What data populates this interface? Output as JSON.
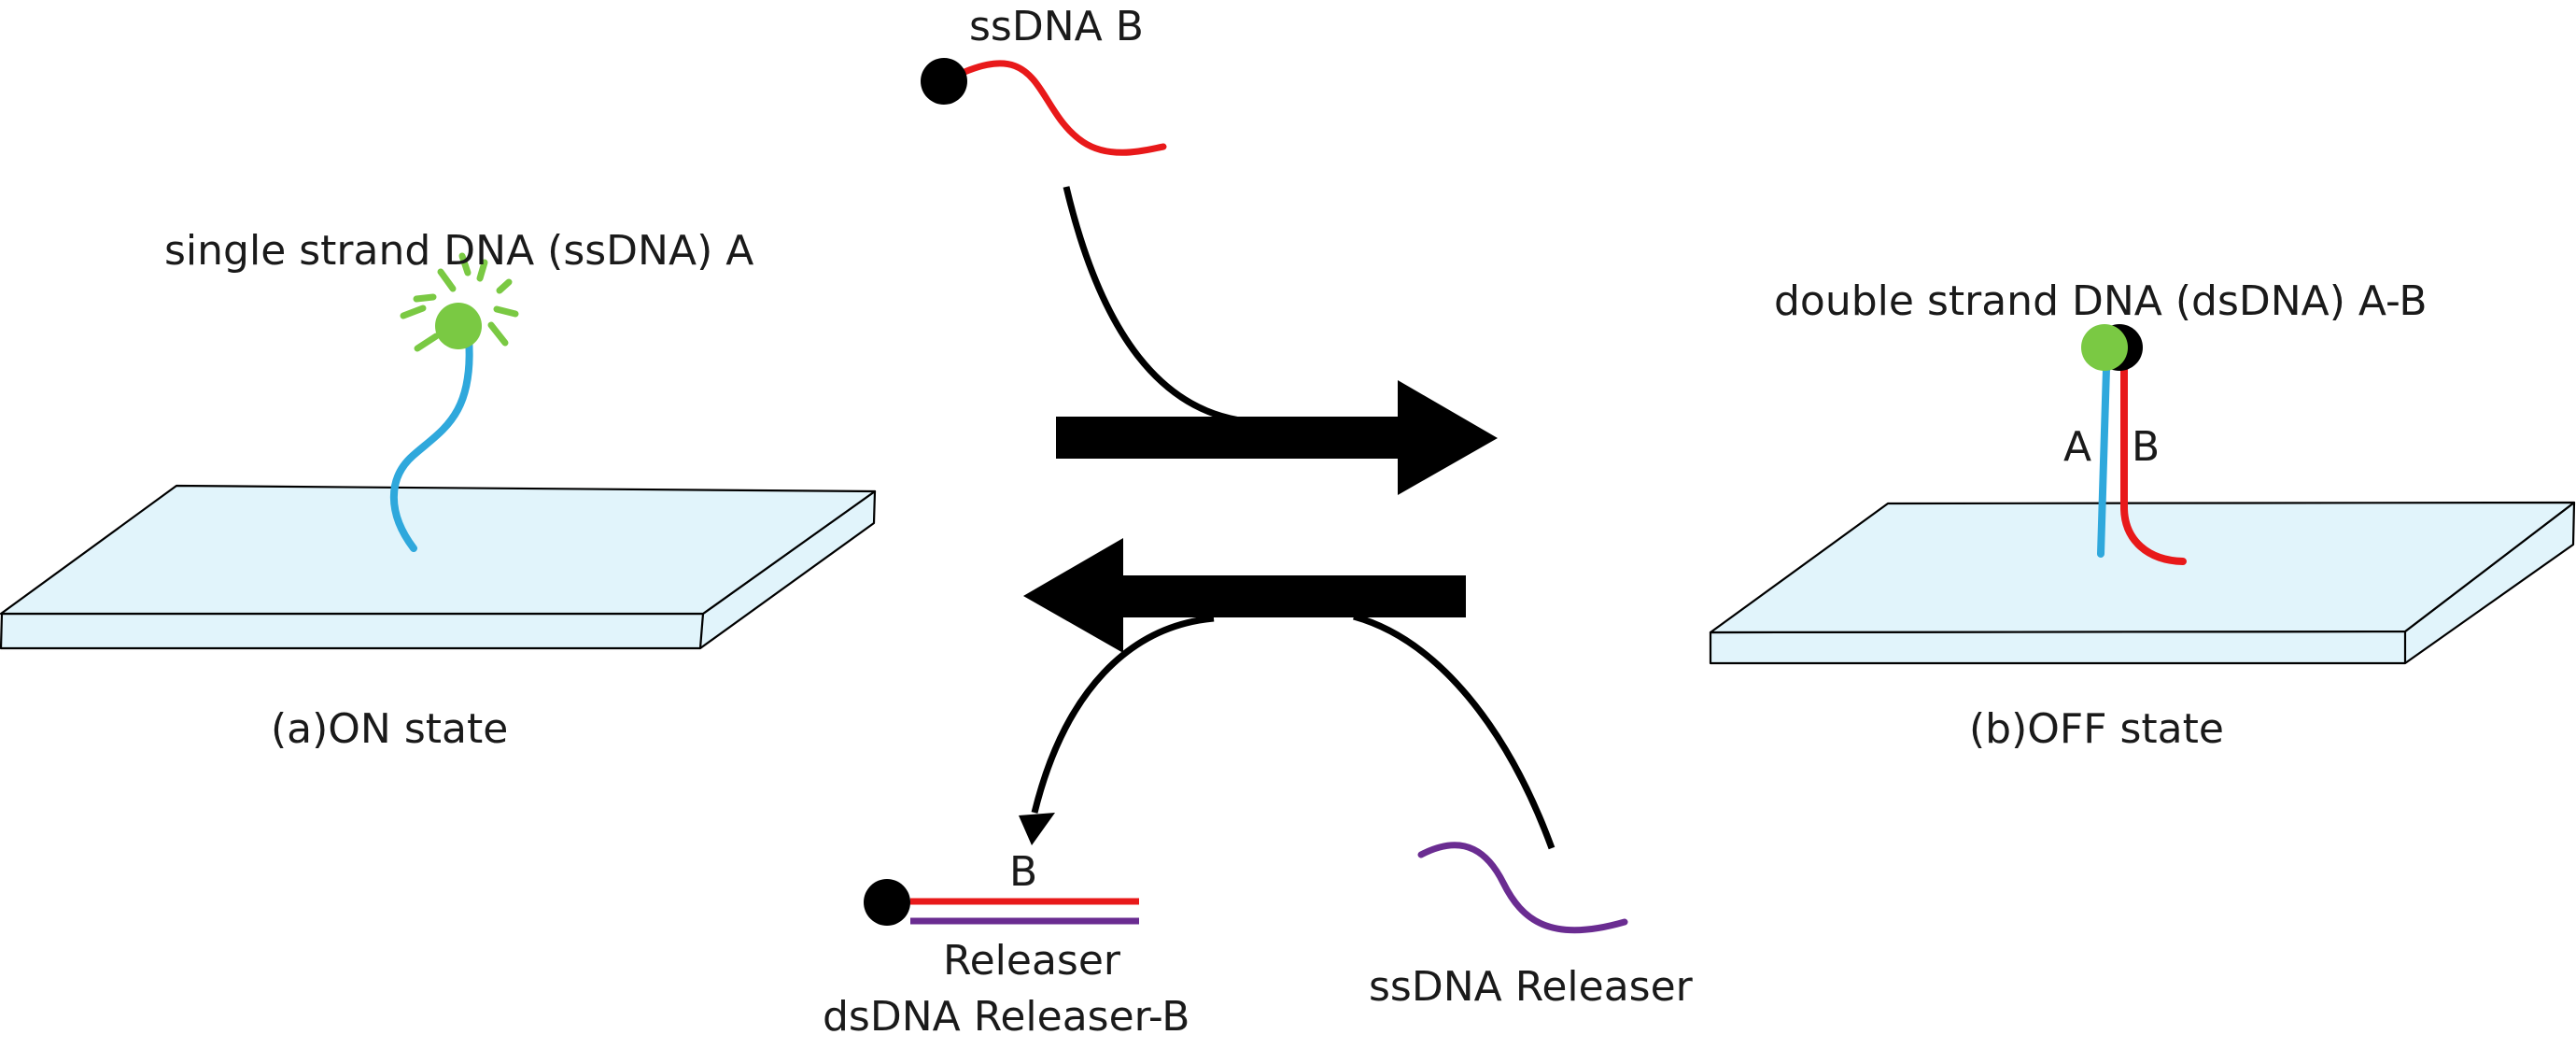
{
  "colors": {
    "slide_fill": "#e1f4fb",
    "strand_a": "#2fa8dc",
    "strand_b": "#e8191a",
    "releaser": "#6a2c91",
    "fluorophore": "#7ac943",
    "quencher": "#000000",
    "arrow": "#000000"
  },
  "labels": {
    "ssdna_b": "ssDNA B",
    "ssdna_a": "single strand DNA (ssDNA) A",
    "on_state": "(a)ON state",
    "dsdna_ab": "double strand DNA (dsDNA) A-B",
    "strand_a_letter": "A",
    "strand_b_letter": "B",
    "off_state": "(b)OFF state",
    "complex_b_letter": "B",
    "releaser": "Releaser",
    "dsdna_releaser_b": "dsDNA Releaser-B",
    "ssdna_releaser": "ssDNA Releaser"
  },
  "icons": {
    "fluorophore": "glowing-green-dot",
    "quencher": "black-dot"
  }
}
